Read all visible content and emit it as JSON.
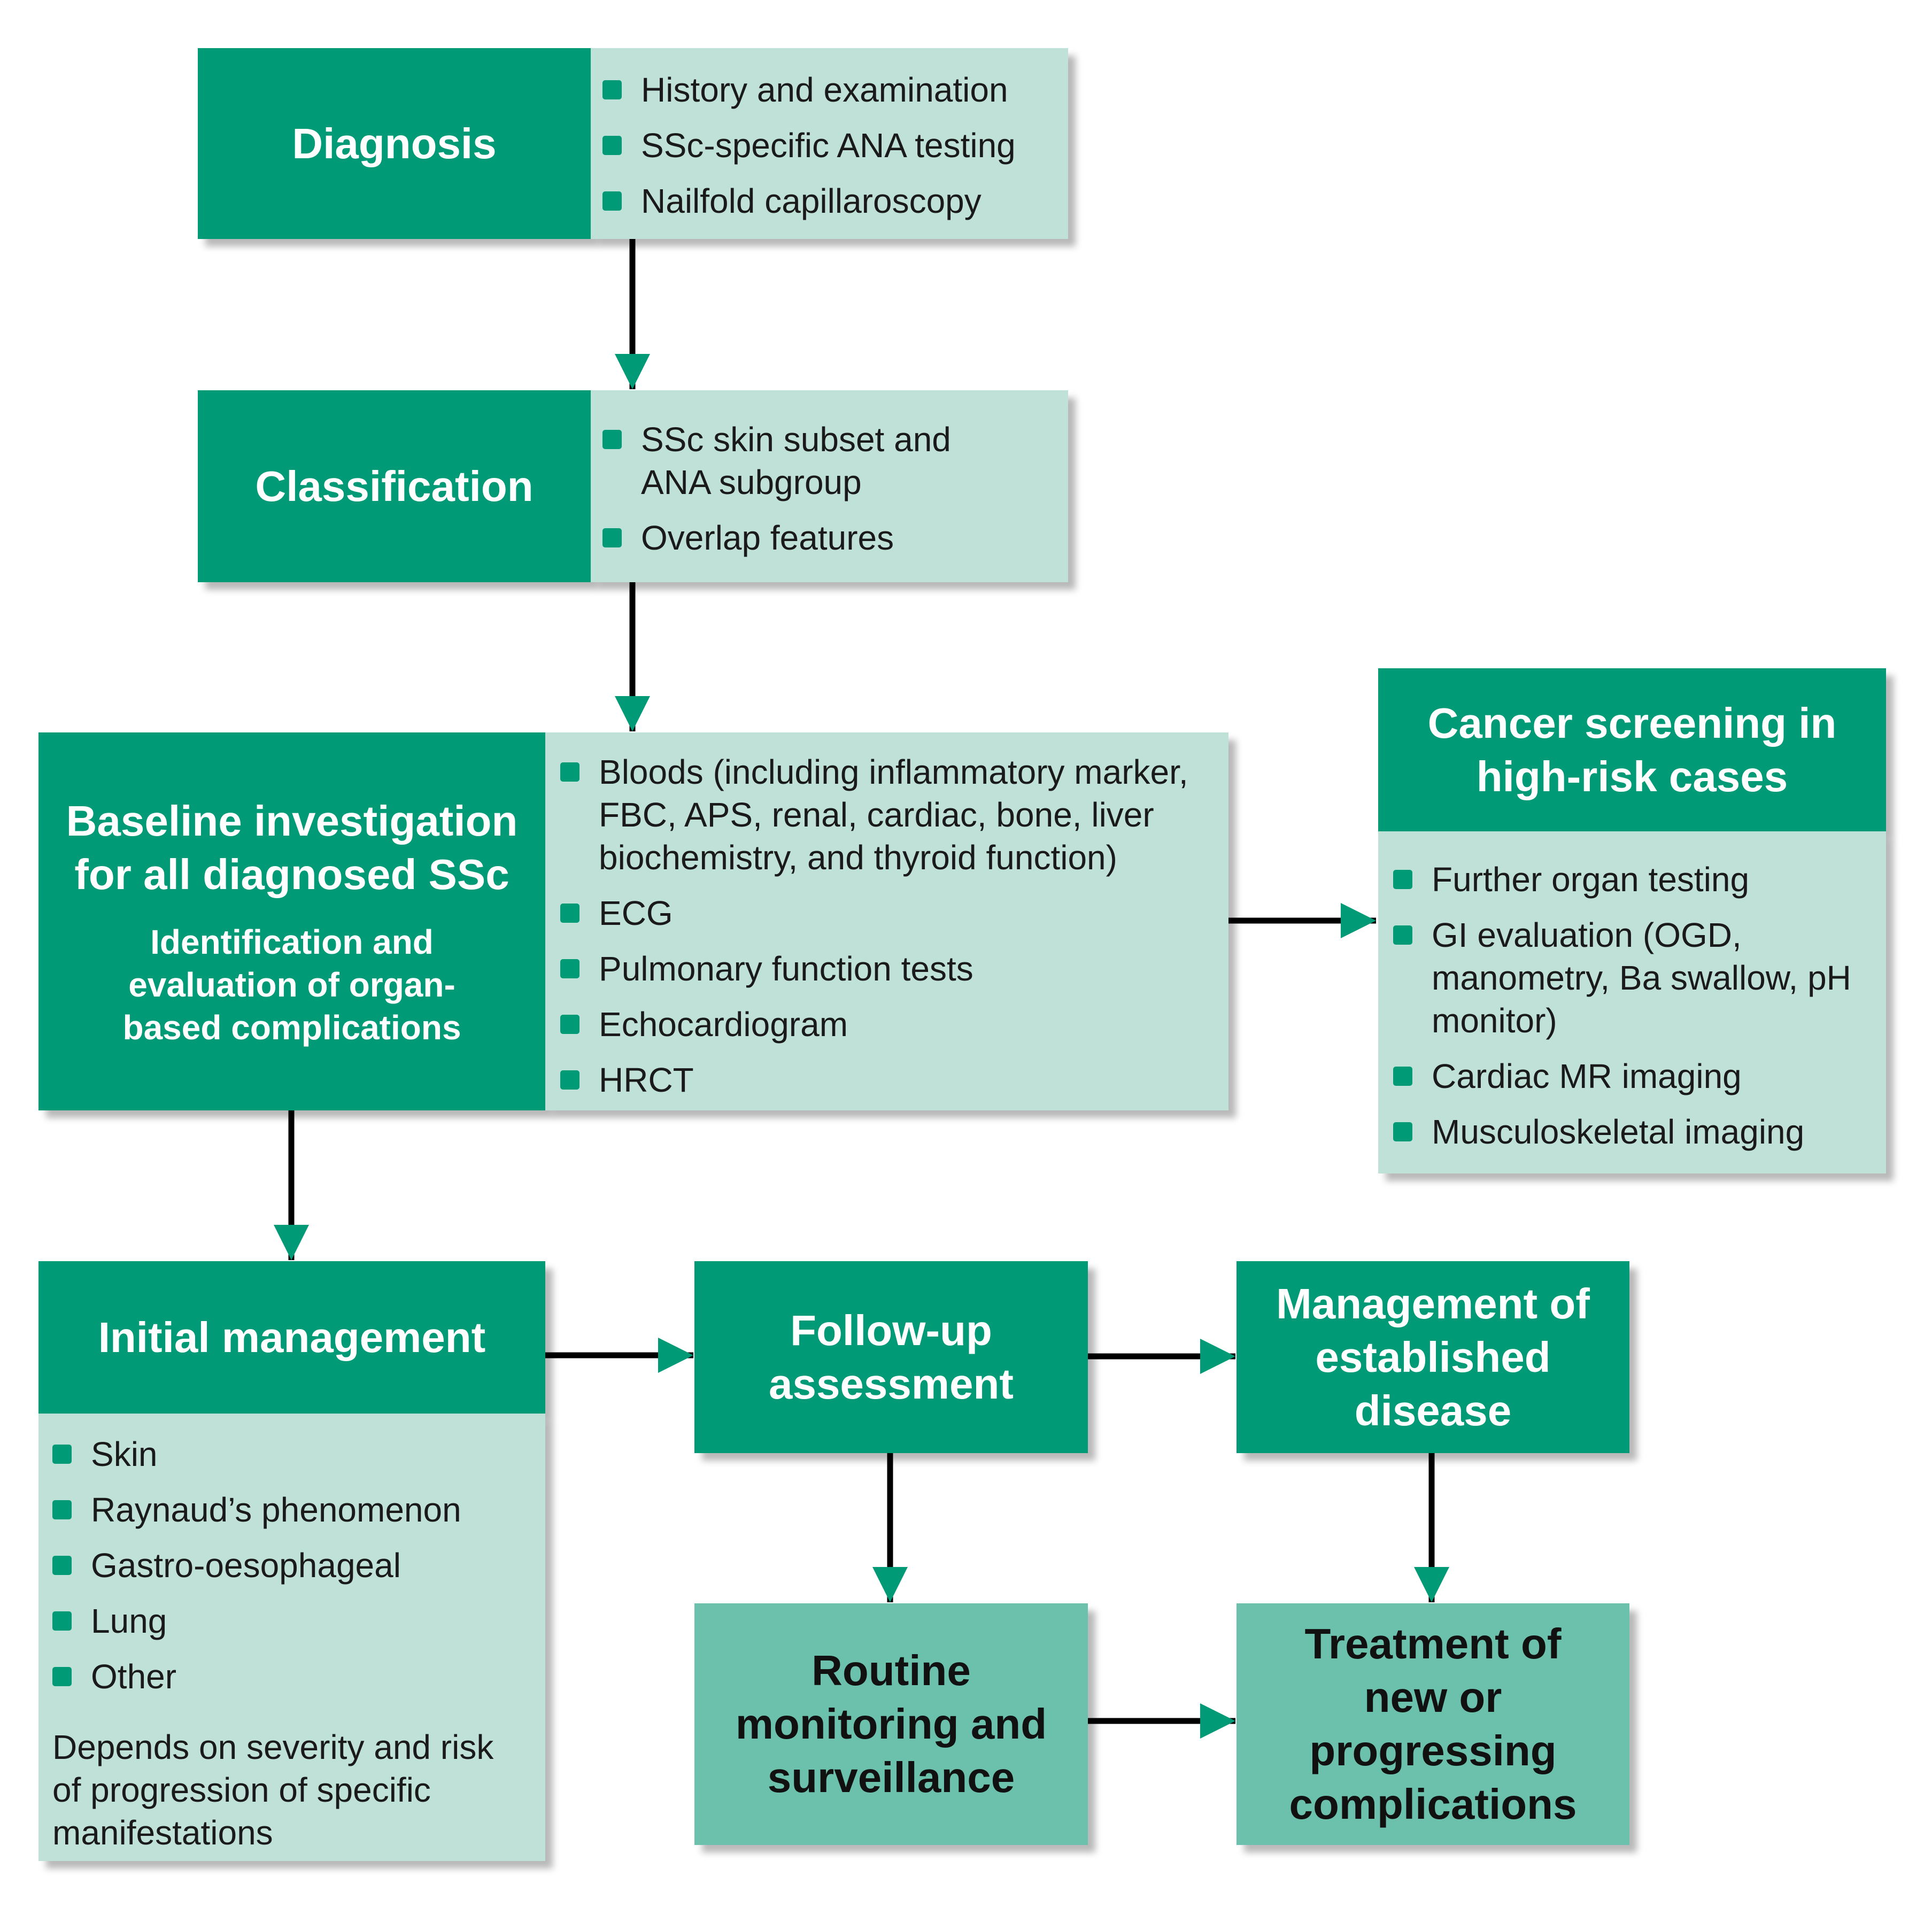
{
  "diagnosis": {
    "title": "Diagnosis",
    "items": [
      "History and examination",
      "SSc-specific ANA testing",
      "Nailfold capillaroscopy"
    ]
  },
  "classification": {
    "title": "Classification",
    "items": [
      "SSc skin subset and ANA subgroup",
      "Overlap features"
    ]
  },
  "baseline": {
    "title": "Baseline investigation for all diagnosed SSc",
    "subtitle": "Identification and evaluation of organ-based complications",
    "items": [
      "Bloods (including inflammatory marker, FBC, APS, renal, cardiac, bone, liver biochemistry, and thyroid function)",
      "ECG",
      "Pulmonary function tests",
      "Echocardiogram",
      "HRCT"
    ]
  },
  "cancer": {
    "title": "Cancer screening in high-risk cases",
    "items": [
      "Further organ testing",
      "GI evaluation (OGD, manometry, Ba swallow, pH monitor)",
      "Cardiac MR imaging",
      "Musculoskeletal imaging"
    ]
  },
  "initial": {
    "title": "Initial management",
    "items": [
      "Skin",
      "Raynaud’s phenomenon",
      "Gastro-oesophageal",
      "Lung",
      "Other"
    ],
    "note": "Depends on severity and risk of progression of specific manifestations"
  },
  "followup": {
    "title": "Follow-up assessment"
  },
  "established": {
    "title": "Management of established disease"
  },
  "routine": {
    "title": "Routine monitoring and surveillance"
  },
  "treatment": {
    "title": "Treatment of new or progressing complications"
  },
  "colors": {
    "dark_green": "#009a76",
    "light_green": "#c0e1d7",
    "mid_green": "#6cc1ad",
    "arrow_line": "#000000",
    "arrow_head": "#009a76"
  }
}
